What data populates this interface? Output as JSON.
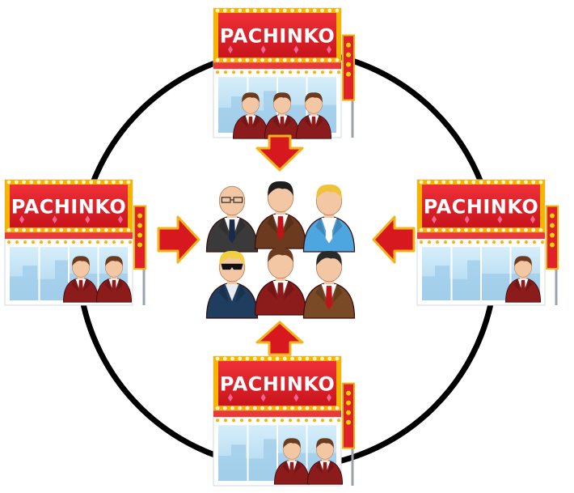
{
  "colors": {
    "sign_red": "#e0202a",
    "sign_border": "#f5b400",
    "bulb": "#fff7c9",
    "window_blue": "#bfe2f5",
    "facade": "#ffffff",
    "arrow_red": "#d8181f",
    "arrow_outline": "#f4b21b",
    "circle": "#000000",
    "suit_maroon": "#8c1b1b",
    "skin": "#f3c7a4",
    "hair_brown": "#6b3a1f"
  },
  "shops": [
    {
      "id": "top",
      "sign": "PACHINKO",
      "customers": 3
    },
    {
      "id": "left",
      "sign": "PACHINKO",
      "customers": 2
    },
    {
      "id": "right",
      "sign": "PACHINKO",
      "customers": 1
    },
    {
      "id": "bottom",
      "sign": "PACHINKO",
      "customers": 2
    }
  ],
  "center_group": [
    {
      "role": "glasses-man",
      "suit": "#3a3a3a",
      "shirt": "#ffffff",
      "tie": "#1a2a4a",
      "hair": "none"
    },
    {
      "role": "brown-suit-man",
      "suit": "#6b3a1f",
      "shirt": "#ffffff",
      "tie": "#c0141a",
      "hair": "#1e1e1e"
    },
    {
      "role": "blond-man",
      "suit": "#4ea6e0",
      "shirt": "#ffffff",
      "tie": "#ffffff",
      "hair": "#f0c23a"
    },
    {
      "role": "sunglasses-man",
      "suit": "#1f3d5e",
      "shirt": "#1f3d5e",
      "tie": "none",
      "hair": "#f0d040"
    },
    {
      "role": "maroon-suit-man",
      "suit": "#8c1b1b",
      "shirt": "#ffffff",
      "tie": "#8c1b1b",
      "hair": "#6b3a1f"
    },
    {
      "role": "brown-jacket-man",
      "suit": "#7a4a26",
      "shirt": "#ffffff",
      "tie": "#c0141a",
      "hair": "#2a2a2a"
    }
  ],
  "icons": [
    "arrow-down-icon",
    "arrow-up-icon",
    "arrow-left-icon",
    "arrow-right-icon",
    "customer-icon",
    "flag-icon"
  ]
}
